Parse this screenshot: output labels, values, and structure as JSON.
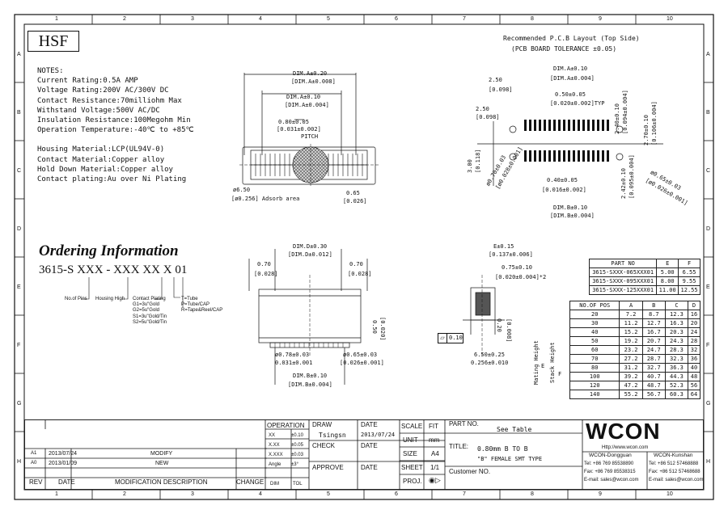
{
  "border": {
    "cols": [
      "1",
      "2",
      "3",
      "4",
      "5",
      "6",
      "7",
      "8",
      "9",
      "10"
    ],
    "rows": [
      "A",
      "B",
      "C",
      "D",
      "E",
      "F",
      "G",
      "H"
    ]
  },
  "logo_text": "HSF",
  "pcb_title": "Recommended P.C.B Layout (Top Side)",
  "pcb_tolerance": "(PCB BOARD TOLERANCE ±0.05)",
  "notes": [
    "NOTES:",
    "Current Rating:0.5A AMP",
    "Voltage Rating:200V AC/300V DC",
    "Contact Resistance:70milliohm Max",
    "Withstand Voltage:500V AC/DC",
    "Insulation Resistance:100Megohm Min",
    "Operation Temperature:-40℃ to +85℃",
    "",
    "Housing Material:LCP(UL94V-0)",
    "Contact Material:Copper alloy",
    "Hold Down Material:Copper alloy",
    "Contact plating:Au over Ni Plating"
  ],
  "ordering": {
    "title": "Ordering Information",
    "code": "3615-S XXX - XXX  XX X 01",
    "legend_pins": "No.of Pins",
    "legend_height": "Housing High",
    "legend_plating": [
      "Contact Plating",
      "G1=3u\"Gold",
      "G2=5u\"Gold",
      "S1=3u\"Gold/Tin",
      "S2=5u\"Gold/Tin"
    ],
    "legend_pkg": [
      "T=Tube",
      "P=Tube/CAP",
      "R=Tape&Reel/CAP"
    ]
  },
  "dims": {
    "top_a": "DIM.A±0.20",
    "top_a2": "[DIM.A±0.008]",
    "top_a3": "DIM.A±0.10",
    "top_a4": "[DIM.A±0.004]",
    "pitch1": "0.80±0.05",
    "pitch2": "[0.031±0.002]",
    "pitch3": "PITCH",
    "phi1": "ø6.50",
    "phi2": "[ø0.256] Adsorb area",
    "d065": "0.65",
    "d065b": "[0.026]",
    "dimd1": "DIM.D±0.30",
    "dimd2": "[DIM.D±0.012]",
    "d070a": "0.70",
    "d070b": "[0.028]",
    "d070c": "0.70",
    "d070d": "[0.028]",
    "d050": "0.50",
    "d050b": "[0.020]",
    "phi078": "ø0.78±0.03",
    "phi078b": "0.031±0.001",
    "phi065": "ø0.65±0.03",
    "phi065b": "[0.026±0.001]",
    "dimb1": "DIM.B±0.10",
    "dimb2": "[DIM.B±0.004]",
    "e1": "E±0.15",
    "e2": "[0.137±0.006]",
    "c075": "0.75±0.10",
    "c075b": "[0.020±0.004]*2",
    "c020": "0.20",
    "c020b": "[0.008]",
    "flat": "0.10",
    "c650": "6.50±0.25",
    "c650b": "0.256±0.010",
    "mating": "Mating Height",
    "stack": "Stack Height",
    "e_lbl": "E",
    "f_lbl": "F",
    "pcb_a": "DIM.A±0.10",
    "pcb_a2": "[DIM.A±0.004]",
    "pcb_050": "0.50±0.05",
    "pcb_050b": "[0.020±0.002]TYP",
    "pcb_250": "2.50",
    "pcb_250b": "[0.098]",
    "pcb_250c": "2.50",
    "pcb_250d": "[0.098]",
    "pcb_300": "3.00",
    "pcb_300b": "[0.118]",
    "pcb_phi1": "ø0.70±0.03",
    "pcb_phi1b": "[ø0.028±0.001]",
    "pcb_240": "2.40±0.10",
    "pcb_240b": "[0.094±0.004]",
    "pcb_270": "2.70±0.10",
    "pcb_270b": "[0.106±0.004]",
    "pcb_040": "0.40±0.05",
    "pcb_040b": "[0.016±0.002]",
    "pcb_242": "2.42±0.10",
    "pcb_242b": "[0.095±0.004]",
    "pcb_phi2": "ø0.65±0.03",
    "pcb_phi2b": "[ø0.026±0.001]",
    "pcb_b": "DIM.B±0.10",
    "pcb_b2": "[DIM.B±0.004]"
  },
  "part_table": {
    "headers": [
      "PART NO",
      "E",
      "F"
    ],
    "rows": [
      [
        "3615-SXXX-065XXX01",
        "5.00",
        "6.55"
      ],
      [
        "3615-SXXX-095XXX01",
        "8.00",
        "9.55"
      ],
      [
        "3615-SXXX-125XXX01",
        "11.00",
        "12.55"
      ]
    ]
  },
  "dim_table": {
    "headers": [
      "NO.OF POS",
      "A",
      "B",
      "C",
      "D"
    ],
    "rows": [
      [
        "20",
        "7.2",
        "8.7",
        "12.3",
        "16"
      ],
      [
        "30",
        "11.2",
        "12.7",
        "16.3",
        "20"
      ],
      [
        "40",
        "15.2",
        "16.7",
        "20.3",
        "24"
      ],
      [
        "50",
        "19.2",
        "20.7",
        "24.3",
        "28"
      ],
      [
        "60",
        "23.2",
        "24.7",
        "28.3",
        "32"
      ],
      [
        "70",
        "27.2",
        "28.7",
        "32.3",
        "36"
      ],
      [
        "80",
        "31.2",
        "32.7",
        "36.3",
        "40"
      ],
      [
        "100",
        "39.2",
        "40.7",
        "44.3",
        "48"
      ],
      [
        "120",
        "47.2",
        "48.7",
        "52.3",
        "56"
      ],
      [
        "140",
        "55.2",
        "56.7",
        "60.3",
        "64"
      ]
    ]
  },
  "title_block": {
    "operation": "OPERATION",
    "tol": [
      [
        "XX",
        "±0.10"
      ],
      [
        "X.XX",
        "±0.05"
      ],
      [
        "X.XXX",
        "±0.03"
      ],
      [
        "Angle",
        "±3°"
      ]
    ],
    "dim": "DIM",
    "tol_lbl": "TOL",
    "draw": "DRAW",
    "drawer": "Tsingsn",
    "check": "CHECK",
    "approve": "APPROVE",
    "date": "DATE",
    "date_val": "2013/07/24",
    "scale": "SCALE",
    "scale_val": "FIT",
    "unit": "UNIT",
    "unit_val": "mm",
    "size": "SIZE",
    "size_val": "A4",
    "sheet": "SHEET",
    "sheet_val": "1/1",
    "proj": "PROJ.",
    "part_no": "PART NO.",
    "part_no_val": "See Table",
    "title": "TITLE:",
    "title_val1": "0.80mm B TO B",
    "title_val2": "\"B\" FEMALE SMT TYPE",
    "customer": "Customer NO.",
    "brand": "WCON",
    "website": "Http://www.wcon.com",
    "dongguan": "WCON-Dongguan",
    "dg_tel": "Tel: +86 769 85538890",
    "dg_fax": "Fax: +86 769 85538315",
    "dg_mail": "E-mail: sales@wcon.com",
    "kunshan": "WCON-Kunshan",
    "ks_tel": "Tel: +86 512 57468888",
    "ks_fax": "Fax: +86 512 57468688",
    "ks_mail": "E-mail: sales@wcon.com"
  },
  "revisions": [
    {
      "rev": "A1",
      "date": "2013/07/24",
      "desc": "MODIFY"
    },
    {
      "rev": "A0",
      "date": "2013/01/09",
      "desc": "NEW"
    }
  ],
  "rev_headers": {
    "rev": "REV",
    "date": "DATE",
    "desc": "MODIFICATION DESCRIPTION",
    "change": "CHANGE"
  }
}
